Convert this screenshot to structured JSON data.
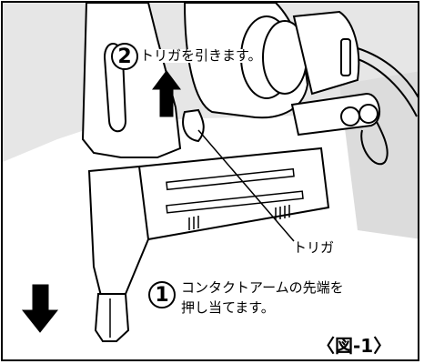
{
  "figure": {
    "caption": "〈図-1〉"
  },
  "steps": [
    {
      "number": "2",
      "text": "トリガを引きます。"
    },
    {
      "number": "1",
      "line1": "コンタクトアームの先端を",
      "line2": "押し当てます。"
    }
  ],
  "callouts": {
    "trigger": "トリガ"
  },
  "colors": {
    "line": "#000000",
    "shadow": "#cfcfcf",
    "background": "#ffffff"
  }
}
